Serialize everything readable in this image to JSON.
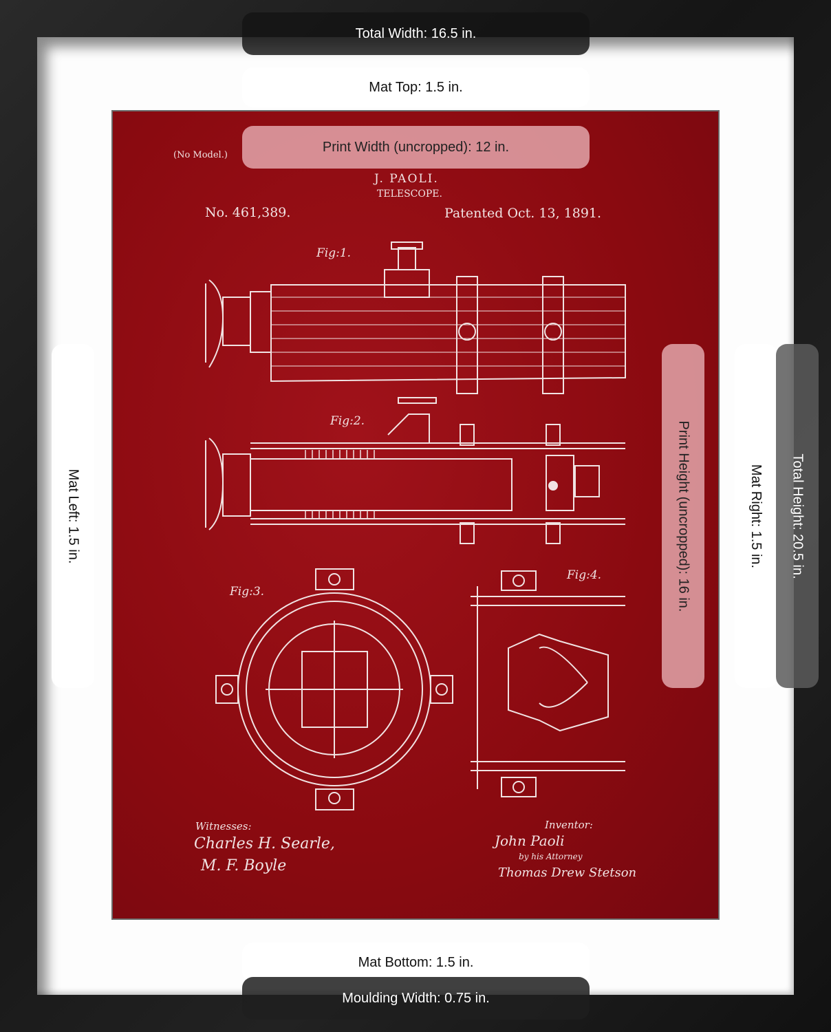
{
  "product": {
    "frame_color": "#1b1b1b",
    "mat_color": "#fdfdfd",
    "print_color": "#8a0a10",
    "patent": {
      "no_model": "(No Model.)",
      "inventor_name": "J. PAOLI.",
      "title": "TELESCOPE.",
      "number": "No. 461,389.",
      "date": "Patented Oct. 13, 1891.",
      "figures": [
        "Fig:1.",
        "Fig:2.",
        "Fig:3.",
        "Fig:4."
      ],
      "witnesses_label": "Witnesses:",
      "witnesses": [
        "Charles H. Searle,",
        "M. F. Boyle"
      ],
      "inventor_label": "Inventor:",
      "inventor_signature": "John Paoli",
      "attorney_line": "by his Attorney",
      "attorney_signature": "Thomas Drew Stetson"
    }
  },
  "dimensions": {
    "total_width": "Total Width: 16.5 in.",
    "mat_top": "Mat Top: 1.5 in.",
    "print_width": "Print Width (uncropped): 12 in.",
    "mat_left": "Mat Left: 1.5 in.",
    "print_height": "Print Height (uncropped): 16 in.",
    "mat_right": "Mat Right: 1.5 in.",
    "total_height": "Total Height: 20.5 in.",
    "mat_bottom": "Mat Bottom: 1.5 in.",
    "moulding_width": "Moulding Width: 0.75 in."
  }
}
